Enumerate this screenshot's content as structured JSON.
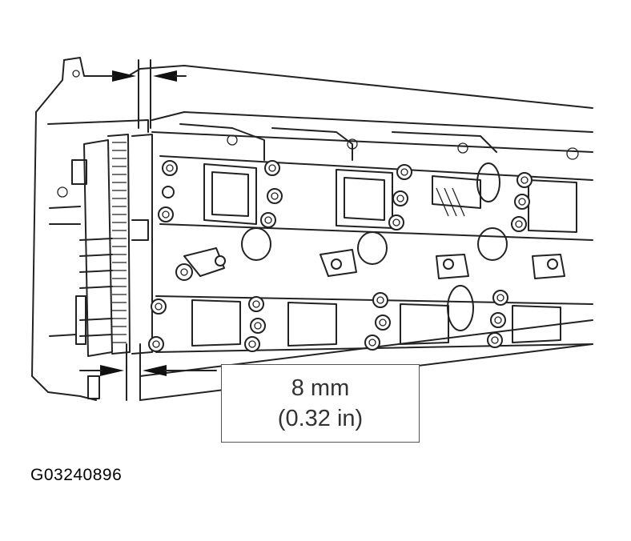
{
  "callout": {
    "line1": "8 mm",
    "line2": "(0.32 in)"
  },
  "figure_id": "G03240896"
}
